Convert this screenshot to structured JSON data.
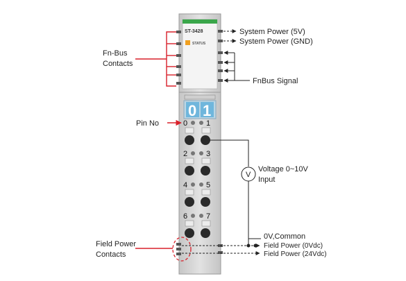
{
  "module": {
    "model": "ST-3428",
    "status": "STATUS",
    "display_digits": [
      "0",
      "1"
    ],
    "pin_numbers": [
      "0",
      "1",
      "2",
      "3",
      "4",
      "5",
      "6",
      "7"
    ]
  },
  "labels": {
    "fn_bus_line1": "Fn-Bus",
    "fn_bus_line2": "Contacts",
    "system_power_5v": "System Power (5V)",
    "system_power_gnd": "System Power (GND)",
    "fnbus_signal": "FnBus Signal",
    "pin_no": "Pin No",
    "voltage_line1": "Voltage 0~10V",
    "voltage_line2": "Input",
    "voltmeter_symbol": "V",
    "common": "0V,Common",
    "field_power_0v": "Field Power (0Vdc)",
    "field_power_24v": "Field Power (24Vdc)",
    "field_power_contacts_line1": "Field Power",
    "field_power_contacts_line2": "Contacts"
  },
  "colors": {
    "red_lead": "#d9202a",
    "module_body": "#d4d4d4",
    "display_blue": "#6fb6dc",
    "green_band": "#3aa64a",
    "status_led": "#f0a020"
  }
}
